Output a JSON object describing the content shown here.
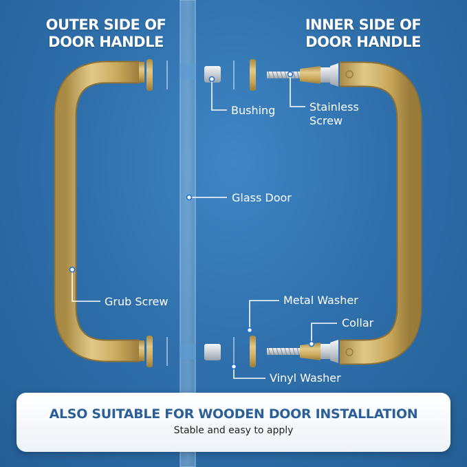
{
  "headers": {
    "outer": "OUTER SIDE OF\nDOOR HANDLE",
    "inner": "INNER SIDE OF\nDOOR HANDLE"
  },
  "labels": {
    "bushing": "Bushing",
    "stainless_screw": "Stainless\nScrew",
    "glass_door": "Glass Door",
    "grub_screw": "Grub Screw",
    "metal_washer": "Metal Washer",
    "collar": "Collar",
    "vinyl_washer": "Vinyl Washer"
  },
  "banner": {
    "title": "ALSO SUITABLE FOR WOODEN DOOR INSTALLATION",
    "subtitle": "Stable and easy to apply"
  },
  "colors": {
    "background": "#2f70ac",
    "brass": "#c9a95c",
    "banner_title": "#2b5f98"
  }
}
